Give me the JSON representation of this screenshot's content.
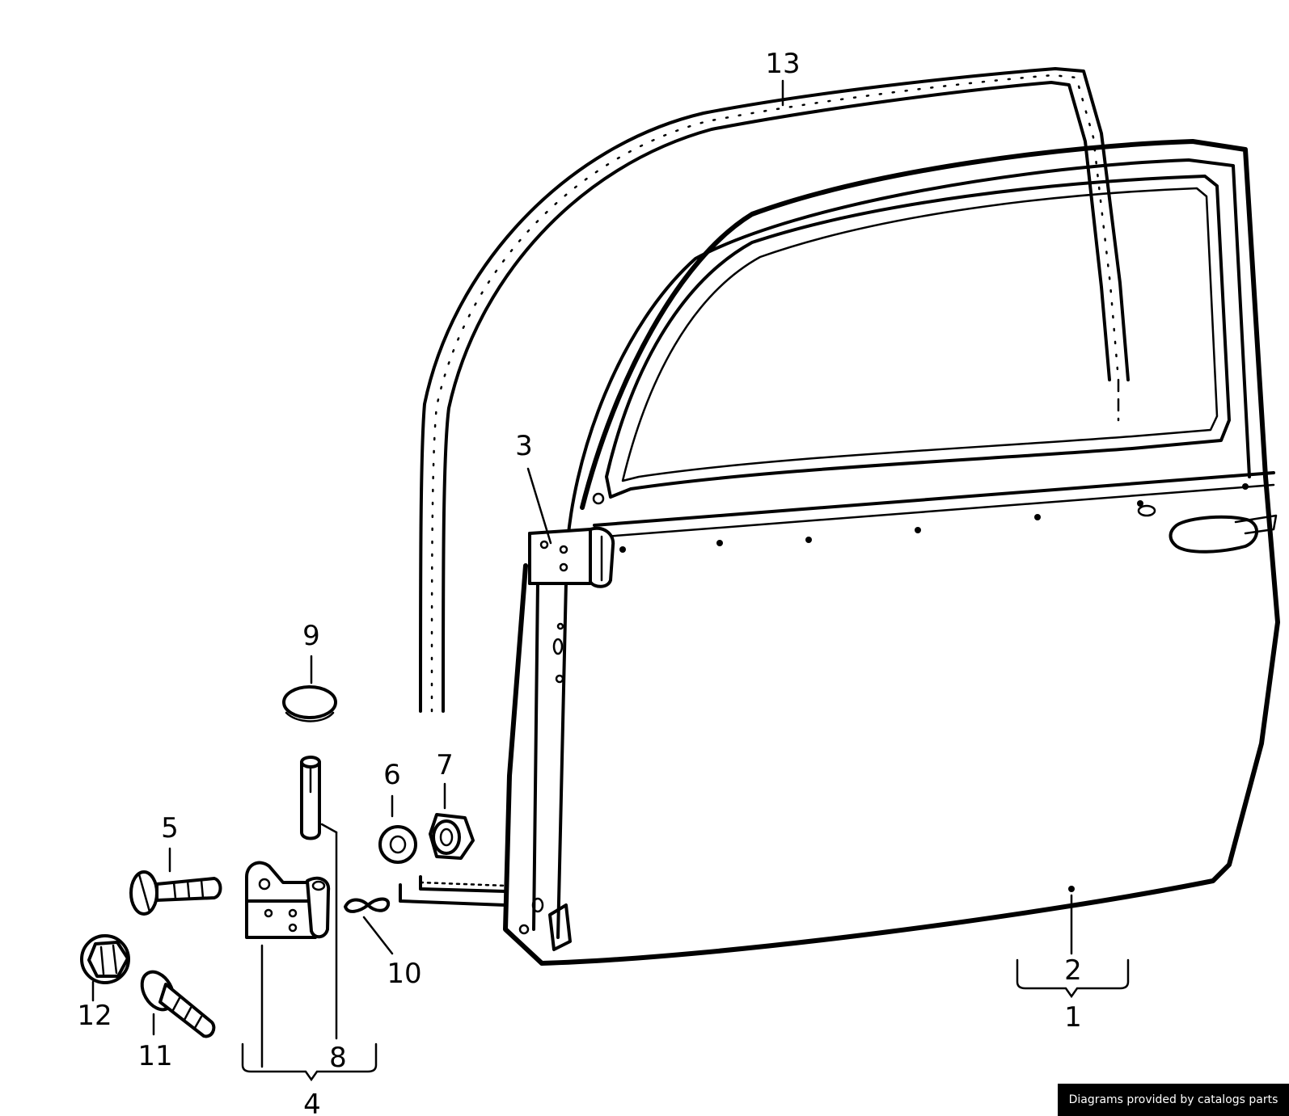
{
  "callouts": [
    {
      "id": "1",
      "label": "1"
    },
    {
      "id": "2",
      "label": "2"
    },
    {
      "id": "3",
      "label": "3"
    },
    {
      "id": "4",
      "label": "4"
    },
    {
      "id": "5",
      "label": "5"
    },
    {
      "id": "6",
      "label": "6"
    },
    {
      "id": "7",
      "label": "7"
    },
    {
      "id": "8",
      "label": "8"
    },
    {
      "id": "9",
      "label": "9"
    },
    {
      "id": "10",
      "label": "10"
    },
    {
      "id": "11",
      "label": "11"
    },
    {
      "id": "12",
      "label": "12"
    },
    {
      "id": "13",
      "label": "13"
    }
  ],
  "credit": "Diagrams provided by catalogs parts"
}
